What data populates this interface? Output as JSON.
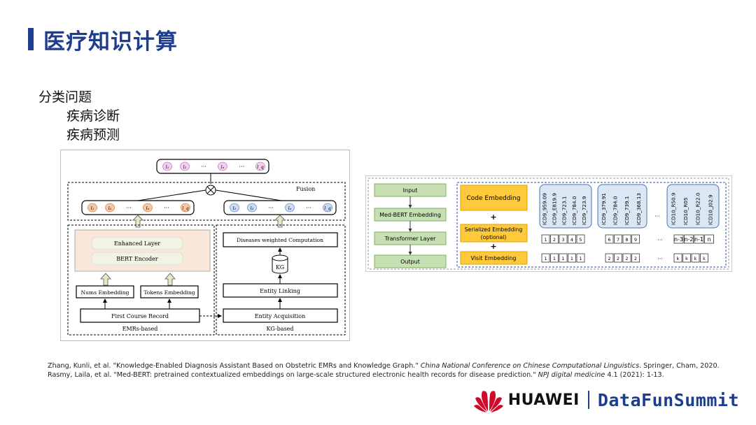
{
  "header": {
    "title": "医疗知识计算"
  },
  "bullets": {
    "main": "分类问题",
    "items": [
      "疾病诊断",
      "疾病预测"
    ]
  },
  "diagram1": {
    "fusion_label": "Fusion",
    "top_tokens": [
      "l₁",
      "l₂",
      "···",
      "lₙ",
      "···",
      "l_q"
    ],
    "left_tokens": [
      "l₁",
      "l₂",
      "···",
      "lₙ",
      "···",
      "l_q"
    ],
    "right_tokens": [
      "l₁",
      "l₂",
      "···",
      "lₙ",
      "···",
      "l_q"
    ],
    "enhanced_layer": "Enhanced Layer",
    "bert_encoder": "BERT Encoder",
    "nums_embedding": "Nums Embedding",
    "tokens_embedding": "Tokens Embedding",
    "first_course_record": "First Course Record",
    "emrs_based": "EMRs-based",
    "diseases_weighted": "Diseases weighted  Computation",
    "kg": "KG",
    "entity_linking": "Entity Linking",
    "entity_acquisition": "Entity Acquisition",
    "kg_based": "KG-based"
  },
  "diagram2": {
    "pipeline": [
      "Input",
      "Med-BERT Embedding",
      "Transformer Layer",
      "Output"
    ],
    "code_embedding": "Code Embedding",
    "plus": "+",
    "serialized_embedding": "Serialized Embedding",
    "optional": "(optional)",
    "visit_embedding": "Visit Embedding",
    "visit1_codes": [
      "ICD9_959.09",
      "ICD9_E819.9",
      "ICD9_723.1",
      "ICD9_784.0",
      "ICD9_723.9"
    ],
    "visit2_codes": [
      "ICD9_379.91",
      "ICD9_784.0",
      "ICD9_739.1",
      "ICD9_368.13"
    ],
    "visit3_codes": [
      "ICD10_R50.9",
      "ICD10_R05",
      "ICD10_R22.0",
      "ICD10_J02.9"
    ],
    "ellipsis": "···",
    "ser1": [
      "1",
      "2",
      "3",
      "4",
      "5"
    ],
    "ser2": [
      "6",
      "7",
      "8",
      "9"
    ],
    "ser3": [
      "n-3",
      "n-2",
      "n-1",
      "n"
    ],
    "vis1": [
      "1",
      "1",
      "1",
      "1",
      "1"
    ],
    "vis2": [
      "2",
      "2",
      "2",
      "2"
    ],
    "vis3": [
      "k",
      "k",
      "k",
      "k"
    ]
  },
  "references": {
    "ref1_plain": "Zhang, Kunli, et al. \"Knowledge-Enabled Diagnosis Assistant Based on Obstetric EMRs and Knowledge Graph.\" ",
    "ref1_italic": "China National Conference on Chinese Computational Linguistics",
    "ref1_end": ". Springer, Cham, 2020.",
    "ref2_plain": "Rasmy, Laila, et al. \"Med-BERT: pretrained contextualized embeddings on large-scale structured electronic health records for disease prediction.\" ",
    "ref2_italic": "NPJ digital medicine",
    "ref2_end": " 4.1 (2021): 1-13."
  },
  "footer": {
    "brand": "HUAWEI",
    "summit": "DataFunSummit",
    "brand_color": "#cf0a2c",
    "accent_color": "#1f3d8f"
  }
}
